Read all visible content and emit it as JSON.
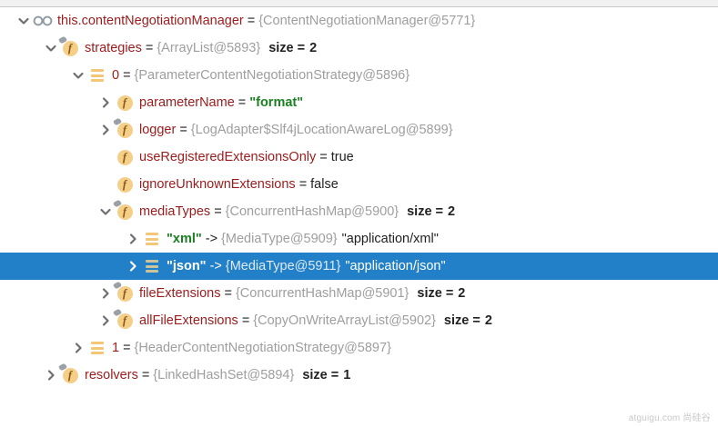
{
  "window": {
    "top_strip_color": "#f1f1f1",
    "background": "#ffffff",
    "selection_color": "#2180c7"
  },
  "watermark": {
    "text": "atguigu.com 尚硅谷"
  },
  "tree": {
    "rows": [
      {
        "id": "row-content-negotiation-manager",
        "depth": 0,
        "toggle": "expanded",
        "icon": "glasses-icon",
        "name": "this.contentNegotiationManager",
        "eq": "=",
        "ref": "{ContentNegotiationManager@5771}",
        "value": "",
        "size_label": "",
        "size_value": "",
        "selected": false
      },
      {
        "id": "row-strategies",
        "depth": 1,
        "toggle": "expanded",
        "icon": "field-static-icon",
        "name": "strategies",
        "eq": "=",
        "ref": "{ArrayList@5893}",
        "value": "",
        "size_label": "size =",
        "size_value": "2",
        "selected": false
      },
      {
        "id": "row-strategies-0",
        "depth": 2,
        "toggle": "expanded",
        "icon": "list-icon",
        "name": "0",
        "eq": "=",
        "ref": "{ParameterContentNegotiationStrategy@5896}",
        "value": "",
        "size_label": "",
        "size_value": "",
        "selected": false
      },
      {
        "id": "row-parameter-name",
        "depth": 3,
        "toggle": "collapsed",
        "icon": "field-icon",
        "name": "parameterName",
        "eq": "=",
        "ref": "",
        "value": "\"format\"",
        "value_kind": "string",
        "size_label": "",
        "size_value": "",
        "selected": false
      },
      {
        "id": "row-logger",
        "depth": 3,
        "toggle": "collapsed",
        "icon": "field-static-icon",
        "name": "logger",
        "eq": "=",
        "ref": "{LogAdapter$Slf4jLocationAwareLog@5899}",
        "value": "",
        "size_label": "",
        "size_value": "",
        "selected": false
      },
      {
        "id": "row-use-registered-extensions-only",
        "depth": 3,
        "toggle": "none",
        "icon": "field-icon",
        "name": "useRegisteredExtensionsOnly",
        "eq": "=",
        "ref": "",
        "value": "true",
        "value_kind": "boolean",
        "size_label": "",
        "size_value": "",
        "selected": false
      },
      {
        "id": "row-ignore-unknown-extensions",
        "depth": 3,
        "toggle": "none",
        "icon": "field-icon",
        "name": "ignoreUnknownExtensions",
        "eq": "=",
        "ref": "",
        "value": "false",
        "value_kind": "boolean",
        "size_label": "",
        "size_value": "",
        "selected": false
      },
      {
        "id": "row-media-types",
        "depth": 3,
        "toggle": "expanded",
        "icon": "field-static-icon",
        "name": "mediaTypes",
        "eq": "=",
        "ref": "{ConcurrentHashMap@5900}",
        "value": "",
        "size_label": "size =",
        "size_value": "2",
        "selected": false
      },
      {
        "id": "row-media-types-xml",
        "depth": 4,
        "toggle": "collapsed",
        "icon": "list-icon",
        "name": "\"xml\"",
        "name_kind": "string",
        "eq": "->",
        "ref": "{MediaType@5909}",
        "value": "\"application/xml\"",
        "value_kind": "plain-string",
        "size_label": "",
        "size_value": "",
        "selected": false
      },
      {
        "id": "row-media-types-json",
        "depth": 4,
        "toggle": "collapsed",
        "icon": "list-icon",
        "name": "\"json\"",
        "name_kind": "string",
        "eq": "->",
        "ref": "{MediaType@5911}",
        "value": "\"application/json\"",
        "value_kind": "plain-string",
        "size_label": "",
        "size_value": "",
        "selected": true
      },
      {
        "id": "row-file-extensions",
        "depth": 3,
        "toggle": "collapsed",
        "icon": "field-static-icon",
        "name": "fileExtensions",
        "eq": "=",
        "ref": "{ConcurrentHashMap@5901}",
        "value": "",
        "size_label": "size =",
        "size_value": "2",
        "selected": false
      },
      {
        "id": "row-all-file-extensions",
        "depth": 3,
        "toggle": "collapsed",
        "icon": "field-static-icon",
        "name": "allFileExtensions",
        "eq": "=",
        "ref": "{CopyOnWriteArrayList@5902}",
        "value": "",
        "size_label": "size =",
        "size_value": "2",
        "selected": false
      },
      {
        "id": "row-strategies-1",
        "depth": 2,
        "toggle": "collapsed",
        "icon": "list-icon",
        "name": "1",
        "eq": "=",
        "ref": "{HeaderContentNegotiationStrategy@5897}",
        "value": "",
        "size_label": "",
        "size_value": "",
        "selected": false
      },
      {
        "id": "row-resolvers",
        "depth": 1,
        "toggle": "collapsed",
        "icon": "field-static-icon",
        "name": "resolvers",
        "eq": "=",
        "ref": "{LinkedHashSet@5894}",
        "value": "",
        "size_label": "size =",
        "size_value": "1",
        "selected": false
      }
    ]
  }
}
